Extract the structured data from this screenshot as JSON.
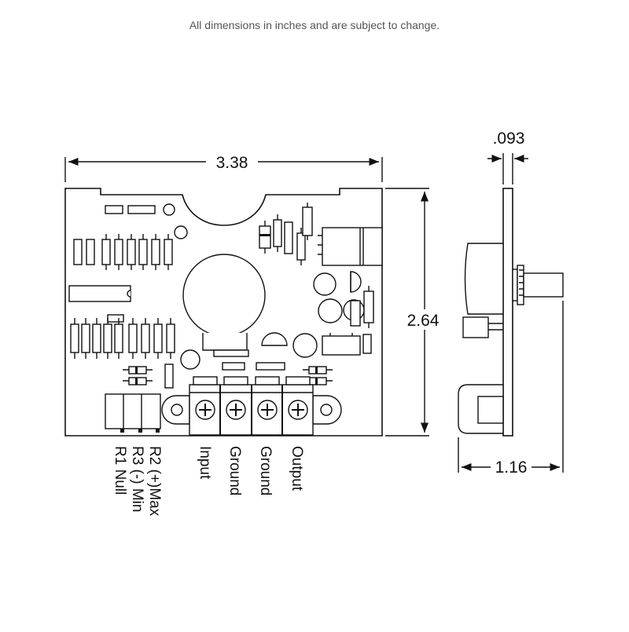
{
  "note": "All dimensions in inches and are subject to change.",
  "dimensions": {
    "width": "3.38",
    "height": "2.64",
    "thickness": ".093",
    "depth": "1.16"
  },
  "terminal_labels": [
    "Input",
    "Ground",
    "Ground",
    "Output"
  ],
  "pot_labels": [
    "R2 (+)Max",
    "R3 (-) Min",
    "R1 Null"
  ]
}
